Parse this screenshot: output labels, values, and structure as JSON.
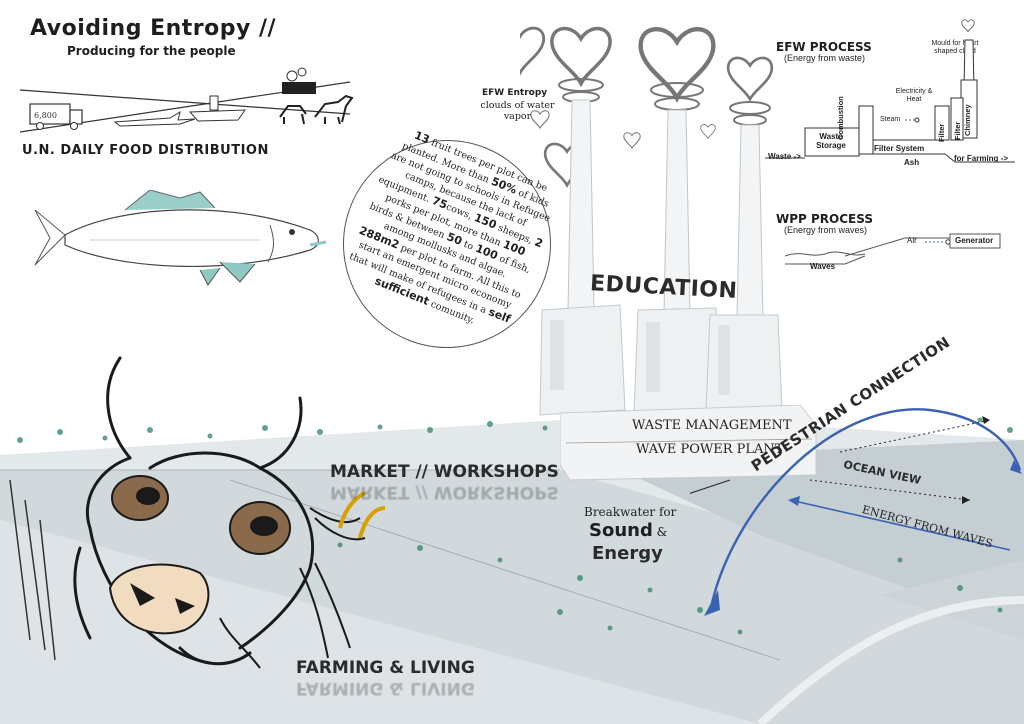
{
  "header": {
    "title": "Avoiding Entropy  //",
    "subtitle": "Producing for the people",
    "un_label": "U.N. DAILY FOOD DISTRIBUTION",
    "truck_number": "6,800"
  },
  "circle": {
    "parts": [
      {
        "b": "13",
        "t": " fruit trees per plot can be planted. More than "
      },
      {
        "b": "50%",
        "t": " of kids are not going to schools in Refugee camps, because the lack of equipment. "
      },
      {
        "b": "75",
        "t": "cows, "
      },
      {
        "b": "150",
        "t": " sheeps, "
      },
      {
        "b": "2",
        "t": " porks per plot, more than "
      },
      {
        "b": "100",
        "t": " birds & between "
      },
      {
        "b": "50",
        "t": " to "
      },
      {
        "b": "100",
        "t": " of fish, among mollusks and algae. "
      },
      {
        "b": "288m2",
        "t": " per plot to farm. All this to start an emergent micro economy that will make of refugees in a "
      },
      {
        "b": "self sufficient",
        "t": " comunity."
      }
    ]
  },
  "efw_entropy": {
    "title": "EFW Entropy",
    "text": "clouds of water vapor"
  },
  "efw_process": {
    "title": "EFW PROCESS",
    "subtitle": "(Energy from waste)",
    "mould_note": "Mould for heart shaped cloud",
    "electricity": "Electricity & Heat",
    "steam": "Steam",
    "waste_storage": "Waste Storage",
    "combustion": "Combustion",
    "filter_system": "Filter System",
    "filter1": "Filter",
    "filter2": "Filter",
    "chimney": "Chimney",
    "waste_in": "Waste ->",
    "ash": "Ash",
    "for_farming": "for Farming ->"
  },
  "wpp_process": {
    "title": "WPP PROCESS",
    "subtitle": "(Energy from waves)",
    "air": "Air",
    "generator": "Generator",
    "waves": "Waves"
  },
  "labels": {
    "education": "EDUCATION",
    "waste_management": "WASTE MANAGEMENT",
    "wave_power_plant": "WAVE POWER PLANT",
    "market": "MARKET // WORKSHOPS",
    "breakwater": "Breakwater for",
    "sound": "Sound",
    "amp": " &",
    "energy": "Energy",
    "pedestrian": "PEDESTRIAN CONNECTION",
    "ocean_view": "OCEAN VIEW",
    "energy_from_waves": "ENERGY FROM WAVES",
    "farming": "FARMING & LIVING"
  },
  "colors": {
    "ground": "#dfe5e8",
    "road": "#cdd6da",
    "arrow_blue": "#3a62b4",
    "plant_green": "#3d8a6c",
    "fish_teal": "#8fc9c4",
    "cow_brown": "#8b6a4c",
    "cow_nose": "#f1dcc0"
  }
}
